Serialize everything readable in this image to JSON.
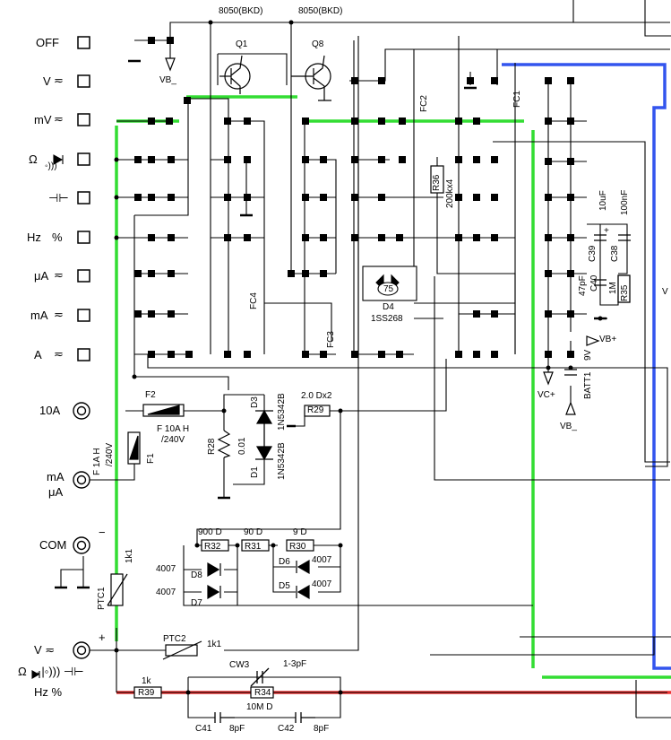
{
  "switch_positions": [
    {
      "label": "OFF",
      "symbol": ""
    },
    {
      "label": "V",
      "symbol": "≂"
    },
    {
      "label": "mV",
      "symbol": "≂"
    },
    {
      "label": "Ω",
      "symbol": "→|◦)))"
    },
    {
      "label": "⊣⊢",
      "symbol": ""
    },
    {
      "label": "Hz",
      "symbol": "%"
    },
    {
      "label": "μA",
      "symbol": "≂"
    },
    {
      "label": "mA",
      "symbol": "≂"
    },
    {
      "label": "A",
      "symbol": "≂"
    }
  ],
  "jacks": {
    "j10a": "10A",
    "jma": "mA",
    "jua": "μA",
    "jcom": "COM",
    "jv": "V ≂",
    "jv2": "Ω →|◦))) ⊣⊢",
    "jhz": "Hz  %"
  },
  "polarity": {
    "minus": "−",
    "plus": "+"
  },
  "transistors": {
    "q1": "Q1",
    "q8": "Q8",
    "q1_type": "8050(BKD)",
    "q8_type": "8050(BKD)"
  },
  "components": {
    "f2": "F2",
    "f2_rating": "F  10A  H",
    "f2_voltage": "/240V",
    "f1": "F1",
    "f1_rating": "F  1A  H",
    "f1_voltage": "/240V",
    "r28": "R28",
    "r28_val": "0.01",
    "d3": "D3",
    "d3_type": "1N5342B",
    "d1": "D1",
    "d1_type": "1N5342B",
    "r29": "R29",
    "r29_val": "2.0  Dx2",
    "r36": "R36",
    "r36_val": "200kx4",
    "d4": "D4",
    "d4_type": "1SS268",
    "d4_mark": "75",
    "fc1": "FC1",
    "fc2": "FC2",
    "fc3": "FC3",
    "fc4": "FC4",
    "c39": "C39",
    "c39_val": "10uF",
    "c38": "C38",
    "c38_val": "100nF",
    "c40": "C40",
    "c40_val": "47pF",
    "r35": "R35",
    "r35_val": "1M",
    "batt": "BATT1",
    "batt_val": "9V",
    "vbplus": "VB+",
    "vcplus": "VC+",
    "vbminus": "VB_",
    "vbtop": "VB_",
    "r32": "R32",
    "r32_val": "900 D",
    "r31": "R31",
    "r31_val": "90 D",
    "r30": "R30",
    "r30_val": "9 D",
    "d6": "D6",
    "d6_val": "4007",
    "d5": "D5",
    "d5_val": "4007",
    "d8": "D8",
    "d8_val": "4007",
    "d7": "D7",
    "d7_val": "4007",
    "ptc1": "PTC1",
    "ptc1_val": "1k1",
    "ptc2": "PTC2",
    "ptc2_val": "1k1",
    "r39": "R39",
    "r39_val": "1k",
    "r34": "R34",
    "r34_val": "10M D",
    "cw3": "CW3",
    "cw3_val": "1-3pF",
    "c41": "C41",
    "c41_val": "8pF",
    "c42": "C42",
    "c42_val": "8pF",
    "edge_v": "V"
  },
  "colors": {
    "highlight_green": "#33dd33",
    "highlight_red": "#ee3333",
    "highlight_blue": "#3355ee",
    "wire": "#000000"
  }
}
